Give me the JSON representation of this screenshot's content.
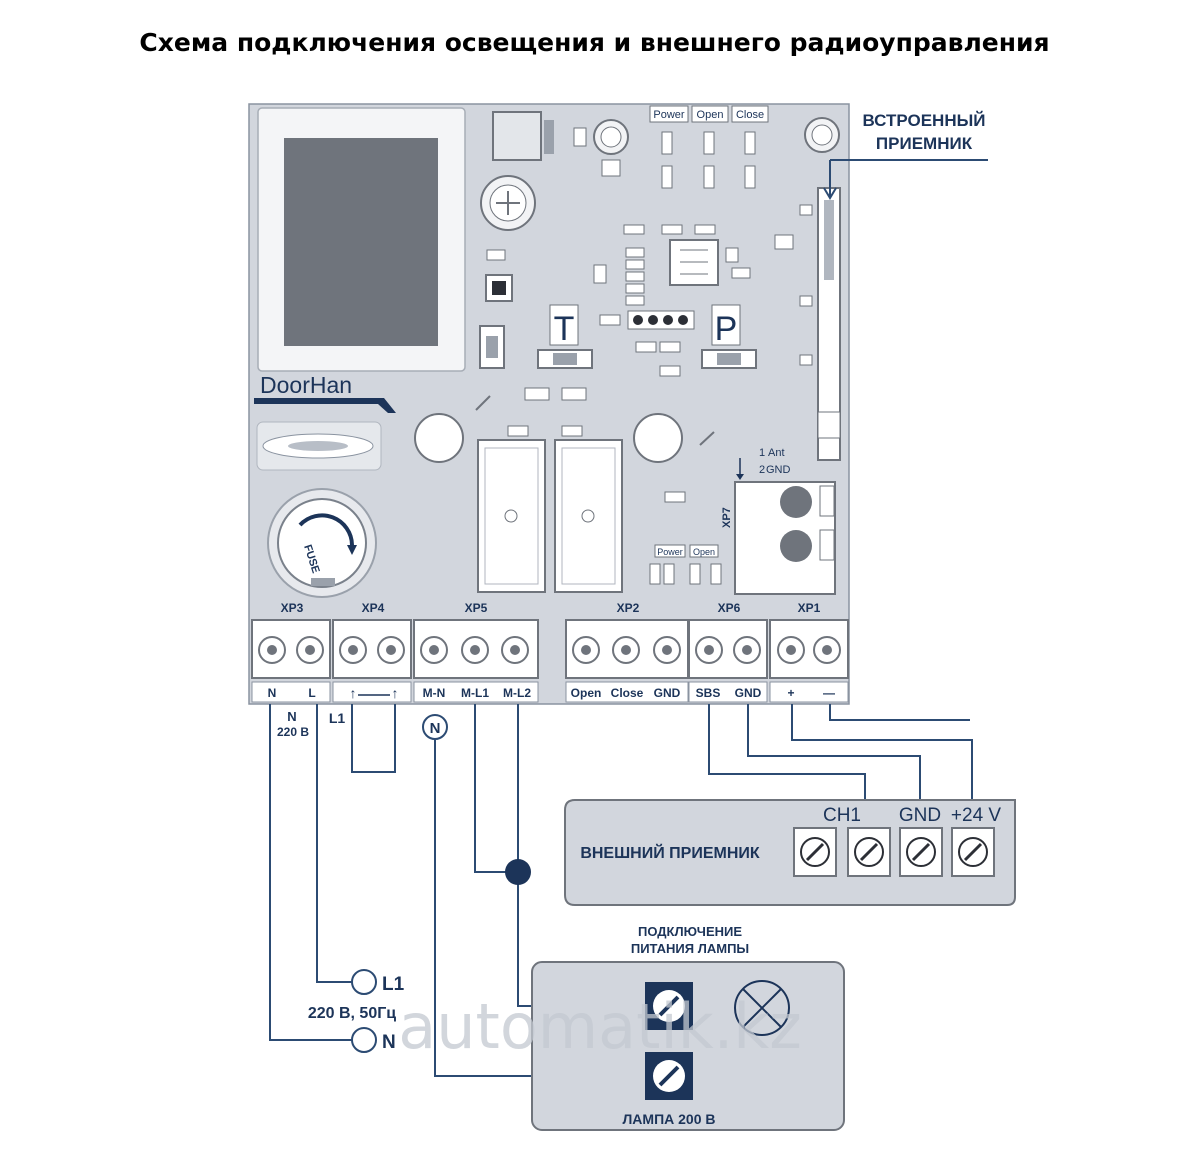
{
  "title": "Схема подключения освещения и внешнего радиоуправления",
  "colors": {
    "board": "#d2d6dd",
    "ink": "#1c3459",
    "line": "#2c4b73",
    "component": "#6f747c",
    "watermark": "#c3c8d0"
  },
  "board": {
    "brand": "DoorHan",
    "leds": [
      "Power",
      "Open",
      "Close"
    ],
    "buttons": [
      "T",
      "P"
    ],
    "fuse_label": "FUSE",
    "xp7": {
      "label": "XP7",
      "pin1_num": "1",
      "pin1_name": "Ant",
      "pin2_num": "2",
      "pin2_name": "GND"
    },
    "led_row2": [
      "Power",
      "Open"
    ],
    "connector_names": [
      "XP3",
      "XP4",
      "XP5",
      "XP2",
      "XP6",
      "XP1"
    ],
    "terminals": [
      "N",
      "L",
      "↑",
      "↑",
      "M-N",
      "M-L1",
      "M-L2",
      "Open",
      "Close",
      "GND",
      "SBS",
      "GND",
      "+",
      "—"
    ]
  },
  "callout": {
    "line1": "ВСТРОЕННЫЙ",
    "line2": "ПРИЕМНИК"
  },
  "wiring": {
    "n_label": "N",
    "v220": "220 В",
    "l1_label": "L1",
    "mn_marker": "N"
  },
  "receiver": {
    "label": "ВНЕШНИЙ ПРИЕМНИК",
    "ch1": "CH1",
    "gnd": "GND",
    "v24": "+24 V"
  },
  "supply": {
    "l1": "L1",
    "spec": "220 В, 50Гц",
    "n": "N"
  },
  "lamp": {
    "heading1": "ПОДКЛЮЧЕНИЕ",
    "heading2": "ПИТАНИЯ ЛАМПЫ",
    "label": "ЛАМПА 200 В"
  },
  "watermark": "automatik.kz"
}
